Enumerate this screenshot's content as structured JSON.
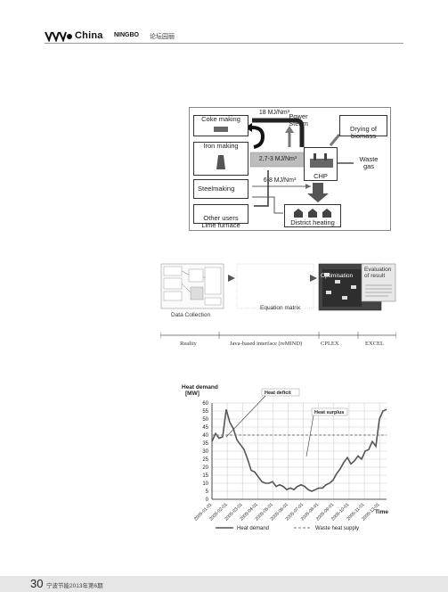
{
  "header": {
    "brand": "China",
    "brand_sub": "NINGBO",
    "section": "论坛园丽"
  },
  "figure1": {
    "boxes": {
      "coke": "Coke making",
      "iron": "Iron making",
      "steel": "Steelmaking",
      "other": "Other users\nLime furnace",
      "drying": "Drying of\nbiomass",
      "chp": "CHP",
      "district": "District heating"
    },
    "labels": {
      "top_energy": "18 MJ/Nm³",
      "mid_energy": "2,7-3 MJ/Nm³",
      "low_energy": "6-8 MJ/Nm³",
      "power_steam": "Power\nSteam",
      "waste_gas": "Waste\ngas"
    }
  },
  "figure2": {
    "data_collection": "Data Collection",
    "equation_matrix": "Equation matrix",
    "optimisation": "Optimisation",
    "evaluation": "Evaluation\nof result",
    "axis": [
      "Reality",
      "Java-based interface (reMIND)",
      "CPLEX",
      "EXCEL"
    ]
  },
  "chart_data": {
    "type": "line",
    "ylabel": "Heat demand\n[MW]",
    "xlabel": "Time",
    "ylim": [
      0,
      60
    ],
    "yticks": [
      0,
      5,
      10,
      15,
      20,
      25,
      30,
      35,
      40,
      45,
      50,
      55,
      60
    ],
    "categories": [
      "2005-01-01",
      "2005-02-01",
      "2005-03-01",
      "2005-04-01",
      "2005-05-01",
      "2005-06-01",
      "2005-07-01",
      "2005-08-01",
      "2005-09-01",
      "2005-10-01",
      "2005-11-01",
      "2005-12-01"
    ],
    "grid": true,
    "legend": "bottom",
    "annotations": [
      "Heat deficit",
      "Heat surplus"
    ],
    "series": [
      {
        "name": "Heat demand",
        "values": [
          36,
          41,
          38,
          39,
          56,
          48,
          44,
          37,
          34,
          31,
          25,
          18,
          17,
          14,
          11,
          10,
          10,
          11,
          8,
          9,
          8,
          6,
          7,
          6,
          8,
          9,
          8,
          6,
          5,
          6,
          7,
          7,
          9,
          10,
          12,
          16,
          19,
          23,
          26,
          22,
          24,
          27,
          25,
          30,
          31,
          36,
          33,
          50,
          55,
          56
        ]
      },
      {
        "name": "Waste heat supply",
        "values": [
          40,
          40,
          40,
          40,
          40,
          40,
          40,
          40,
          40,
          40,
          40,
          40,
          40,
          40,
          40,
          40,
          40,
          40,
          40,
          40,
          40,
          40,
          40,
          40,
          40,
          40,
          40,
          40,
          40,
          40,
          40,
          40,
          40,
          40,
          40,
          40,
          40,
          40,
          40,
          40,
          40,
          40,
          40,
          40,
          40,
          40,
          40,
          40,
          40,
          40
        ]
      }
    ],
    "colors": {
      "demand": "#555555",
      "supply": "#777777",
      "grid": "#bbbbbb"
    }
  },
  "footer": {
    "page": "30",
    "text": "宁波节能2013年第6期"
  }
}
